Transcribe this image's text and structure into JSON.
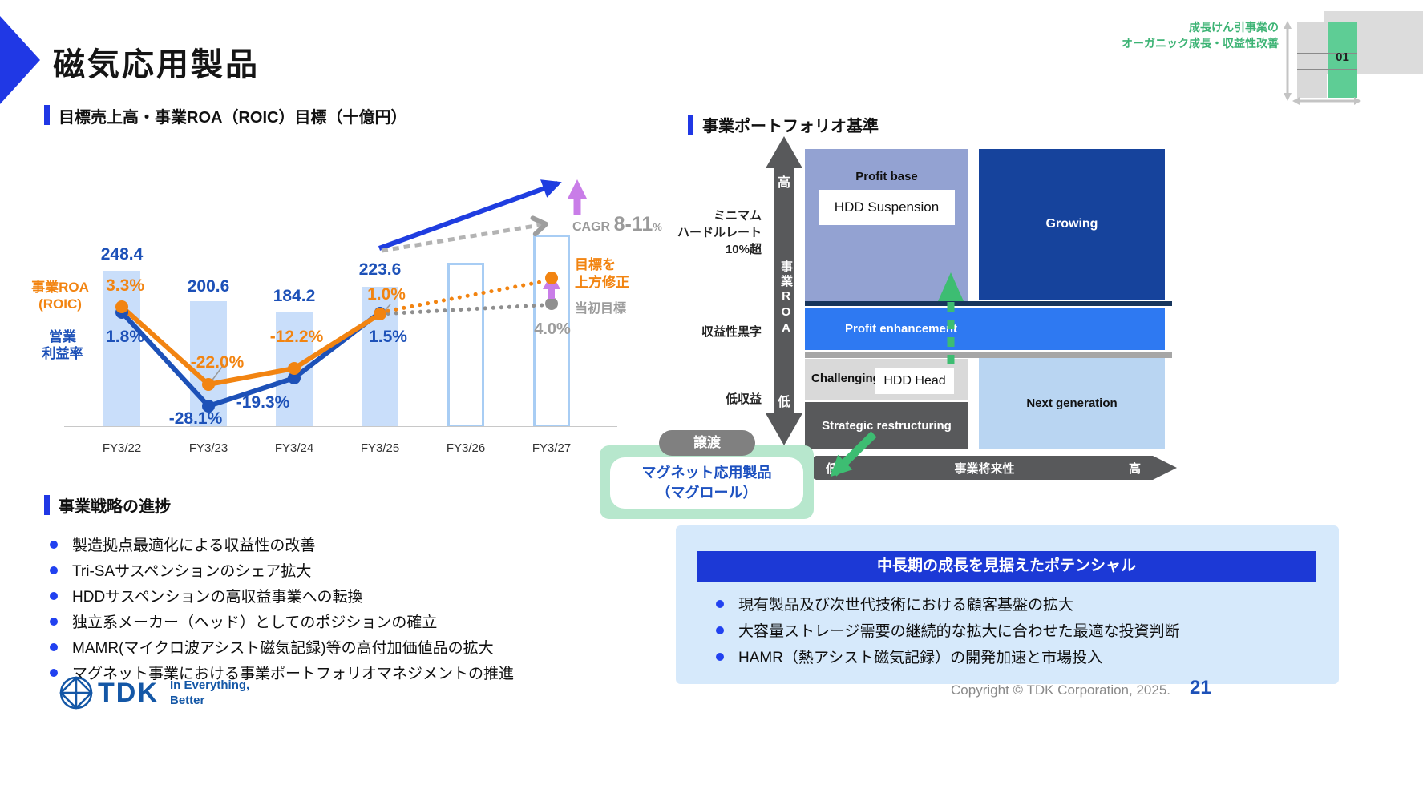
{
  "header": {
    "title": "磁気応用製品",
    "tagline_line1": "成長けん引事業の",
    "tagline_line2": "オーガニック成長・収益性改善",
    "matrix_label": "01"
  },
  "sales_chart": {
    "heading": "目標売上高・事業ROA（ROIC）目標（十億円）",
    "legend": {
      "roa_line1": "事業ROA",
      "roa_line2": "(ROIC)",
      "op_line1": "営業",
      "op_line2": "利益率"
    },
    "cagr": {
      "prefix": "CAGR",
      "value": "8-11",
      "unit": "%"
    },
    "notes": {
      "revised_line1": "目標を",
      "revised_line2": "上方修正",
      "initial": "当初目標",
      "initial_roa": "4.0%"
    }
  },
  "chart_data": {
    "type": "bar+line",
    "title": "目標売上高・事業ROA（ROIC）目標（十億円）",
    "categories": [
      "FY3/22",
      "FY3/23",
      "FY3/24",
      "FY3/25",
      "FY3/26",
      "FY3/27"
    ],
    "bars": {
      "name": "売上高（十億円）",
      "values": [
        248.4,
        200.6,
        184.2,
        223.6,
        null,
        null
      ],
      "labels": [
        "248.4",
        "200.6",
        "184.2",
        "223.6"
      ],
      "note": "FY3/26とFY3/27は目標（枠のみの棒）"
    },
    "series": [
      {
        "name": "事業ROA（ROIC）",
        "color": "#f28411",
        "values": [
          3.3,
          -22.0,
          -12.2,
          1.0
        ],
        "labels": [
          "3.3%",
          "-22.0%",
          "-12.2%",
          "1.0%"
        ]
      },
      {
        "name": "営業利益率",
        "color": "#1d51b8",
        "values": [
          1.8,
          -28.1,
          -19.3,
          1.5
        ],
        "labels": [
          "1.8%",
          "-28.1%",
          "-19.3%",
          "1.5%"
        ]
      }
    ],
    "targets": {
      "fy27_initial_roa": 4.0,
      "fy27_initial_label": "4.0%",
      "cagr": "8-11%"
    },
    "legend_position": "left",
    "grid": false
  },
  "portfolio": {
    "heading": "事業ポートフォリオ基準",
    "y_axis": {
      "high": "高",
      "label": "事業ROA",
      "low": "低"
    },
    "x_axis": {
      "low": "低",
      "label": "事業将来性",
      "high": "高"
    },
    "left_labels": {
      "min1": "ミニマム",
      "min2": "ハードルレート",
      "min3": "10%超",
      "profitable": "収益性黒字",
      "low_profit": "低収益"
    },
    "boxes": {
      "profit_base": "Profit base",
      "hdd_suspension": "HDD Suspension",
      "growing": "Growing",
      "profit_enhancement": "Profit  enhancement",
      "challenging": "Challenging",
      "hdd_head": "HDD Head",
      "strategic": "Strategic restructuring",
      "next_generation": "Next generation"
    },
    "transfer_badge": "譲渡",
    "transfer_line1": "マグネット応用製品",
    "transfer_line2": "（マグロール）"
  },
  "strategy": {
    "heading": "事業戦略の進捗",
    "bullets": [
      "製造拠点最適化による収益性の改善",
      "Tri-SAサスペンションのシェア拡大",
      "HDDサスペンションの高収益事業への転換",
      "独立系メーカー（ヘッド）としてのポジションの確立",
      "MAMR(マイクロ波アシスト磁気記録)等の高付加価値品の拡大",
      "マグネット事業における事業ポートフォリオマネジメントの推進"
    ]
  },
  "potential": {
    "title": "中長期の成長を見据えたポテンシャル",
    "bullets": [
      "現有製品及び次世代技術における顧客基盤の拡大",
      "大容量ストレージ需要の継続的な拡大に合わせた最適な投資判断",
      "HAMR（熱アシスト磁気記録）の開発加速と市場投入"
    ]
  },
  "footer": {
    "logo_text": "TDK",
    "slogan_line1": "In Everything,",
    "slogan_line2": "Better",
    "copyright": "Copyright © TDK Corporation, 2025.",
    "page_number": "21"
  },
  "colors": {
    "accent_blue": "#2038e5",
    "bar_fill": "#c9defa",
    "line_blue": "#1d51b8",
    "line_orange": "#f28411",
    "green_accent": "#3dbd72",
    "purple_arrow": "#c97de8",
    "tag_green": "#3cb374",
    "panel_blue": "#d6e9fb",
    "panel_header_blue": "#1c39d6",
    "quad_periwinkle": "#93a2d2",
    "quad_dark_blue": "#16439c",
    "quad_bright_blue": "#2e79f2",
    "quad_light_blue": "#b9d5f2",
    "axis_gray": "#58595b",
    "mint": "#b7e7cd"
  }
}
